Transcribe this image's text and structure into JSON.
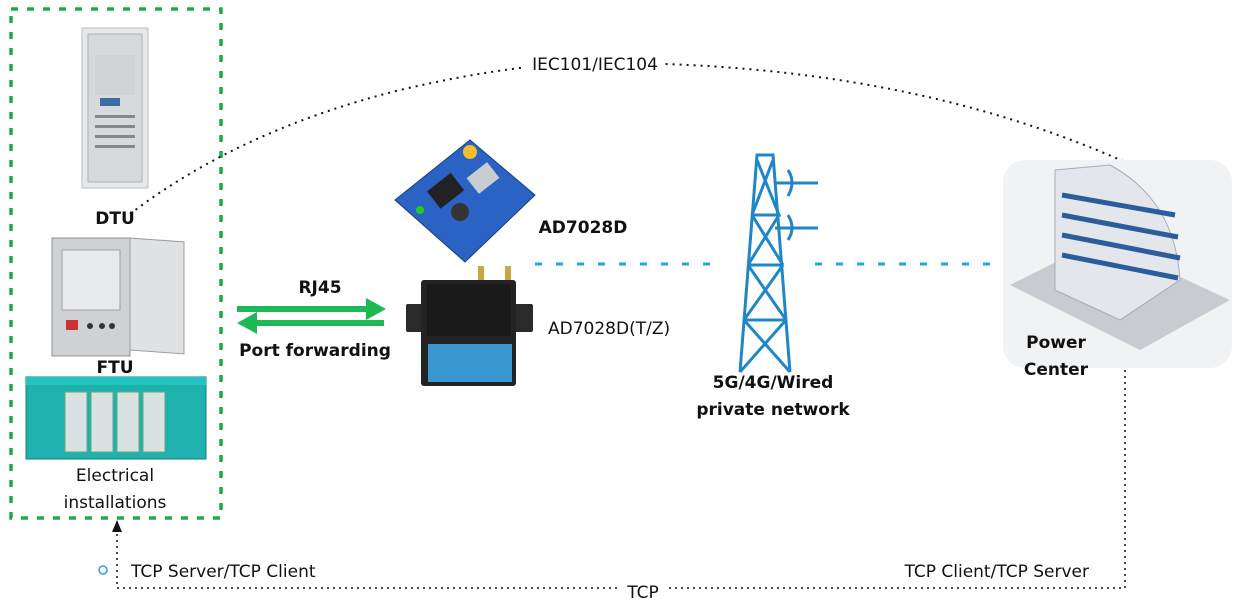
{
  "labels": {
    "dtu": "DTU",
    "ftu": "FTU",
    "electrical_1": "Electrical",
    "electrical_2": "installations",
    "protocol": "IEC101/IEC104",
    "board": "AD7028D",
    "router": "AD7028D(T/Z)",
    "rj45": "RJ45",
    "port_forwarding": "Port forwarding",
    "network_1": "5G/4G/Wired",
    "network_2": "private network",
    "center_1": "Power",
    "center_2": "Center",
    "tcp_left": "TCP Server/TCP Client",
    "tcp_right": "TCP Client/TCP Server",
    "tcp": "TCP"
  },
  "colors": {
    "field_box": "#1aaa4a",
    "arrows": "#1db954",
    "wireless_link": "#29a3dd",
    "dotted_link": "#111111"
  }
}
